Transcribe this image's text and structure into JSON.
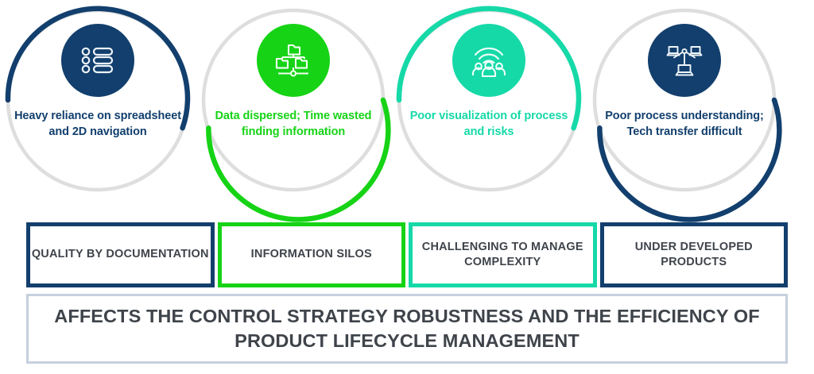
{
  "colors": {
    "navy": "#123f6d",
    "navy_dark": "#0f3a63",
    "green": "#16d316",
    "teal": "#16d9a8",
    "ring_gray": "#dededf",
    "text_gray": "#3f444b",
    "banner_border": "#c6d0de",
    "white": "#ffffff"
  },
  "circles": [
    {
      "id": "heavy-reliance",
      "label": "Heavy reliance on spreadsheet and 2D navigation",
      "icon": "bullet-list-icon",
      "accent": "#123f6d",
      "text_color": "#123f6d",
      "arc_start": 180,
      "arc_sweep": 200
    },
    {
      "id": "data-dispersed",
      "label": "Data dispersed; Time wasted finding information",
      "icon": "folder-tree-icon",
      "accent": "#16d316",
      "text_color": "#16d316",
      "arc_start": 0,
      "arc_sweep": 200
    },
    {
      "id": "poor-visualization",
      "label": "Poor visualization of process and risks",
      "icon": "people-signal-icon",
      "accent": "#16d9a8",
      "text_color": "#16d9a8",
      "arc_start": 180,
      "arc_sweep": 200
    },
    {
      "id": "poor-process-understanding",
      "label": "Poor process understanding; Tech transfer difficult",
      "icon": "laptop-network-icon",
      "accent": "#123f6d",
      "text_color": "#123f6d",
      "arc_start": 0,
      "arc_sweep": 200
    }
  ],
  "category_boxes": [
    {
      "id": "quality-by-documentation",
      "label": "QUALITY BY DOCUMENTATION",
      "border_color": "#123f6d"
    },
    {
      "id": "information-silos",
      "label": "INFORMATION SILOS",
      "border_color": "#16d316"
    },
    {
      "id": "challenging-to-manage-complexity",
      "label": "CHALLENGING TO MANAGE COMPLEXITY",
      "border_color": "#16d9a8"
    },
    {
      "id": "under-developed-products",
      "label": "UNDER DEVELOPED PRODUCTS",
      "border_color": "#123f6d"
    }
  ],
  "banner": {
    "text": "AFFECTS THE CONTROL STRATEGY ROBUSTNESS AND THE EFFICIENCY OF PRODUCT LIFECYCLE MANAGEMENT"
  }
}
